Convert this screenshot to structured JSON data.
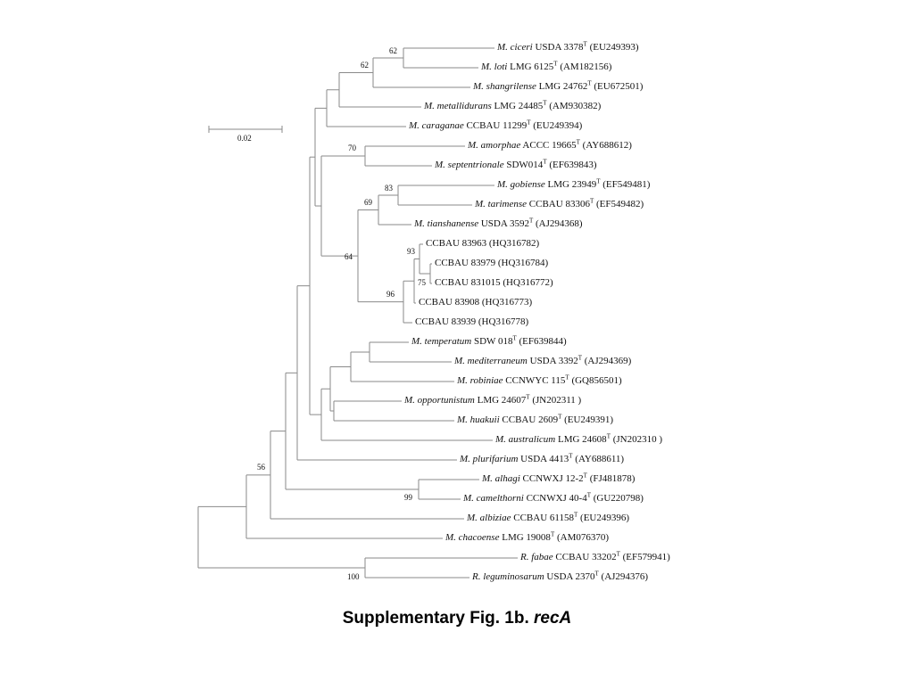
{
  "caption": {
    "prefix": "Supplementary Fig. 1b. ",
    "gene": "recA"
  },
  "scale_bar": {
    "label": "0.02"
  },
  "leaves": [
    {
      "id": "L1",
      "genus": "M. ciceri",
      "rest": " USDA 3378",
      "sup": "T",
      "acc": " (EU249393)"
    },
    {
      "id": "L2",
      "genus": "M. loti",
      "rest": " LMG 6125",
      "sup": "T",
      "acc": " (AM182156)"
    },
    {
      "id": "L3",
      "genus": "M. shangrilense",
      "rest": " LMG 24762",
      "sup": "T",
      "acc": " (EU672501)"
    },
    {
      "id": "L4",
      "genus": "M. metallidurans",
      "rest": " LMG 24485",
      "sup": "T",
      "acc": " (AM930382)"
    },
    {
      "id": "L5",
      "genus": "M. caraganae",
      "rest": " CCBAU 11299",
      "sup": "T",
      "acc": " (EU249394)"
    },
    {
      "id": "L6",
      "genus": "M. amorphae",
      "rest": " ACCC 19665",
      "sup": "T",
      "acc": " (AY688612)"
    },
    {
      "id": "L7",
      "genus": "M. septentrionale",
      "rest": " SDW014",
      "sup": "T",
      "acc": " (EF639843)"
    },
    {
      "id": "L8",
      "genus": "M. gobiense",
      "rest": " LMG 23949",
      "sup": "T",
      "acc": " (EF549481)"
    },
    {
      "id": "L9",
      "genus": "M. tarimense",
      "rest": " CCBAU 83306",
      "sup": "T",
      "acc": " (EF549482)"
    },
    {
      "id": "L10",
      "genus": "M. tianshanense",
      "rest": " USDA 3592",
      "sup": "T",
      "acc": " (AJ294368)"
    },
    {
      "id": "L11",
      "genus": "",
      "rest": "CCBAU 83963 (HQ316782)",
      "sup": "",
      "acc": ""
    },
    {
      "id": "L12",
      "genus": "",
      "rest": "CCBAU 83979 (HQ316784)",
      "sup": "",
      "acc": ""
    },
    {
      "id": "L13",
      "genus": "",
      "rest": "CCBAU 831015 (HQ316772)",
      "sup": "",
      "acc": ""
    },
    {
      "id": "L14",
      "genus": "",
      "rest": "CCBAU 83908 (HQ316773)",
      "sup": "",
      "acc": ""
    },
    {
      "id": "L15",
      "genus": "",
      "rest": "CCBAU 83939 (HQ316778)",
      "sup": "",
      "acc": ""
    },
    {
      "id": "L16",
      "genus": "M. temperatum",
      "rest": " SDW 018",
      "sup": "T",
      "acc": " (EF639844)"
    },
    {
      "id": "L17",
      "genus": "M. mediterraneum",
      "rest": " USDA 3392",
      "sup": "T",
      "acc": " (AJ294369)"
    },
    {
      "id": "L18",
      "genus": "M. robiniae",
      "rest": " CCNWYC 115",
      "sup": "T",
      "acc": " (GQ856501)"
    },
    {
      "id": "L19",
      "genus": "M. opportunistum",
      "rest": " LMG 24607",
      "sup": "T",
      "acc": " (JN202311 )"
    },
    {
      "id": "L20",
      "genus": "M. huakuii",
      "rest": " CCBAU 2609",
      "sup": "T",
      "acc": " (EU249391)"
    },
    {
      "id": "L21",
      "genus": "M. australicum",
      "rest": "  LMG 24608",
      "sup": "T",
      "acc": " (JN202310 )"
    },
    {
      "id": "L22",
      "genus": "M. plurifarium",
      "rest": " USDA 4413",
      "sup": "T",
      "acc": " (AY688611)"
    },
    {
      "id": "L23",
      "genus": "M. alhagi",
      "rest": " CCNWXJ 12-2",
      "sup": "T",
      "acc": " (FJ481878)"
    },
    {
      "id": "L24",
      "genus": "M. camelthorni",
      "rest": " CCNWXJ 40-4",
      "sup": "T",
      "acc": " (GU220798)"
    },
    {
      "id": "L25",
      "genus": "M. albiziae",
      "rest": " CCBAU 61158",
      "sup": "T",
      "acc": " (EU249396)"
    },
    {
      "id": "L26",
      "genus": "M. chacoense",
      "rest": " LMG 19008",
      "sup": "T",
      "acc": " (AM076370)"
    },
    {
      "id": "L27",
      "genus": "R. fabae",
      "rest": " CCBAU 33202",
      "sup": "T",
      "acc": " (EF579941)"
    },
    {
      "id": "L28",
      "genus": "R. leguminosarum",
      "rest": " USDA 2370",
      "sup": "T",
      "acc": " (AJ294376)"
    }
  ],
  "bootstrap_values": [
    {
      "node": "N_ciceri_loti",
      "value": "62"
    },
    {
      "node": "N_A1",
      "value": "62"
    },
    {
      "node": "N_amorphae",
      "value": "70"
    },
    {
      "node": "N_gobiense",
      "value": "83"
    },
    {
      "node": "N_G3",
      "value": "69"
    },
    {
      "node": "N_G1",
      "value": "64"
    },
    {
      "node": "N_H1",
      "value": "93"
    },
    {
      "node": "N_H2",
      "value": "75"
    },
    {
      "node": "N_H4",
      "value": "96"
    },
    {
      "node": "N_alhagi",
      "value": "99"
    },
    {
      "node": "N_sub",
      "value": "56"
    },
    {
      "node": "N_rhizo",
      "value": "100"
    }
  ]
}
